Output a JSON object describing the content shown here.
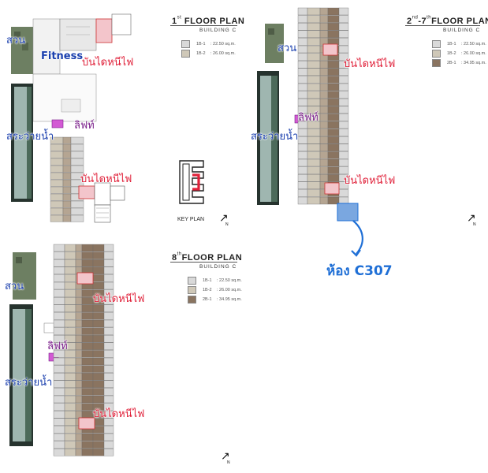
{
  "plans": [
    {
      "title_prefix": "1",
      "title_sup": "st",
      "title_suffix": " FLOOR PLAN",
      "building": "BUILDING C",
      "legend": [
        {
          "code": "1B-1",
          "area": ": 22.50 sq.m.",
          "color": "#d9d9d9"
        },
        {
          "code": "1B-2",
          "area": ": 26.00 sq.m.",
          "color": "#cfc8b8"
        }
      ],
      "labels": {
        "garden": "สวน",
        "fitness": "Fitness",
        "stairs_top": "บันไดหนีไฟ",
        "lift": "ลิฟท์",
        "pool": "สระว่ายน้ำ",
        "stairs_bottom": "บันไดหนีไฟ"
      }
    },
    {
      "title_prefix": "2",
      "title_sup": "nd",
      "title_mid": "-7",
      "title_sup2": "th",
      "title_suffix": "FLOOR PLAN",
      "building": "BUILDING C",
      "legend": [
        {
          "code": "1B-1",
          "area": ": 22.50 sq.m.",
          "color": "#d9d9d9"
        },
        {
          "code": "1B-2",
          "area": ": 26.00 sq.m.",
          "color": "#cfc8b8"
        },
        {
          "code": "2B-1",
          "area": ": 34.95 sq.m.",
          "color": "#8a7460"
        }
      ],
      "labels": {
        "garden": "สวน",
        "stairs_top": "บันไดหนีไฟ",
        "lift": "ลิฟท์",
        "pool": "สระว่ายน้ำ",
        "stairs_bottom": "บันไดหนีไฟ"
      }
    },
    {
      "title_prefix": "8",
      "title_sup": "th",
      "title_suffix": "FLOOR PLAN",
      "building": "BUILDING C",
      "legend": [
        {
          "code": "1B-1",
          "area": ": 22.50 sq.m.",
          "color": "#d9d9d9"
        },
        {
          "code": "1B-2",
          "area": ": 26.00 sq.m.",
          "color": "#cfc8b8"
        },
        {
          "code": "2B-1",
          "area": ": 34.95 sq.m.",
          "color": "#8a7460"
        }
      ],
      "labels": {
        "garden": "สวน",
        "stairs_top": "บันไดหนีไฟ",
        "lift": "ลิฟท์",
        "pool": "สระว่ายน้ำ",
        "stairs_bottom": "บันไดหนีไฟ"
      }
    }
  ],
  "key_plan": {
    "label": "KEY PLAN",
    "highlight_color": "#e0213a"
  },
  "north_label": "N",
  "callout": {
    "text": "ห้อง C307",
    "color": "#1f6fd6"
  },
  "colors": {
    "unit_light": "#d9d9d9",
    "unit_mid": "#cfc8b8",
    "unit_dark": "#8a7460",
    "corridor": "#b5a592",
    "pool": "#9fb6b0",
    "garden": "#6d7f62",
    "stair": "#f3c5cb",
    "lift": "#d35ad4",
    "highlight": "#7aa7e0"
  }
}
